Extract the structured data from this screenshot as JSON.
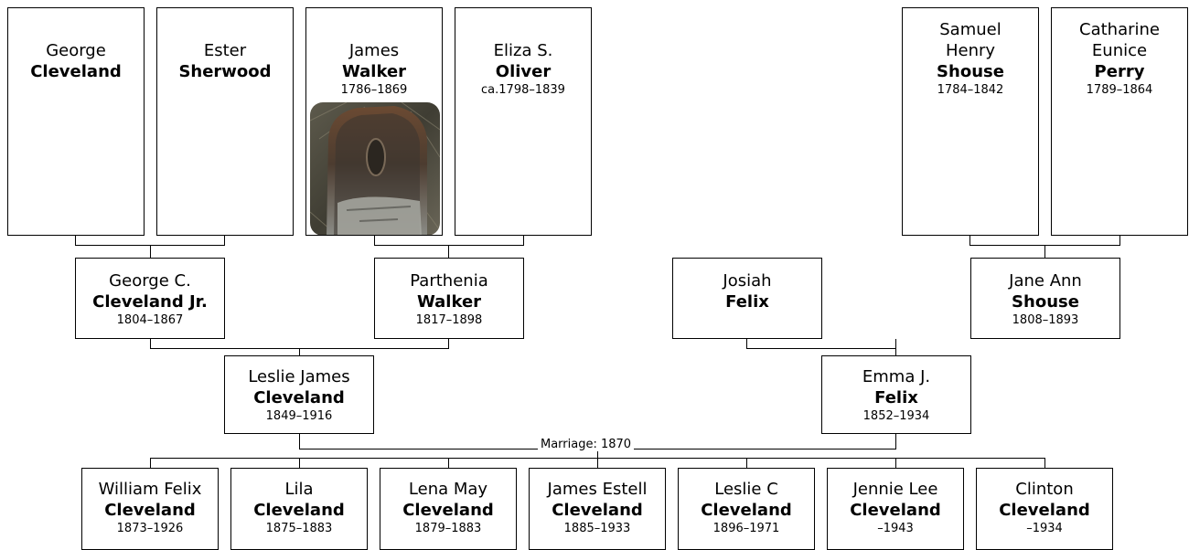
{
  "marriage_label": "Marriage: 1870",
  "gen1": [
    {
      "given": "George",
      "surname": "Cleveland",
      "dates": ""
    },
    {
      "given": "Ester",
      "surname": "Sherwood",
      "dates": ""
    },
    {
      "given": "James",
      "surname": "Walker",
      "dates": "1786–1869"
    },
    {
      "given": "Eliza S.",
      "surname": "Oliver",
      "dates": "ca.1798–1839"
    },
    {
      "given": "Samuel\nHenry",
      "surname": "Shouse",
      "dates": "1784–1842"
    },
    {
      "given": "Catharine\nEunice",
      "surname": "Perry",
      "dates": "1789–1864"
    }
  ],
  "gen2": [
    {
      "given": "George C.",
      "surname": "Cleveland Jr.",
      "dates": "1804–1867"
    },
    {
      "given": "Parthenia",
      "surname": "Walker",
      "dates": "1817–1898"
    },
    {
      "given": "Josiah",
      "surname": "Felix",
      "dates": ""
    },
    {
      "given": "Jane Ann",
      "surname": "Shouse",
      "dates": "1808–1893"
    }
  ],
  "gen3": [
    {
      "given": "Leslie James",
      "surname": "Cleveland",
      "dates": "1849–1916"
    },
    {
      "given": "Emma J.",
      "surname": "Felix",
      "dates": "1852–1934"
    }
  ],
  "children": [
    {
      "given": "William Felix",
      "surname": "Cleveland",
      "dates": "1873–1926"
    },
    {
      "given": "Lila",
      "surname": "Cleveland",
      "dates": "1875–1883"
    },
    {
      "given": "Lena May",
      "surname": "Cleveland",
      "dates": "1879–1883"
    },
    {
      "given": "James Estell",
      "surname": "Cleveland",
      "dates": "1885–1933"
    },
    {
      "given": "Leslie C",
      "surname": "Cleveland",
      "dates": "1896–1971"
    },
    {
      "given": "Jennie Lee",
      "surname": "Cleveland",
      "dates": "–1943"
    },
    {
      "given": "Clinton",
      "surname": "Cleveland",
      "dates": "–1934"
    }
  ]
}
